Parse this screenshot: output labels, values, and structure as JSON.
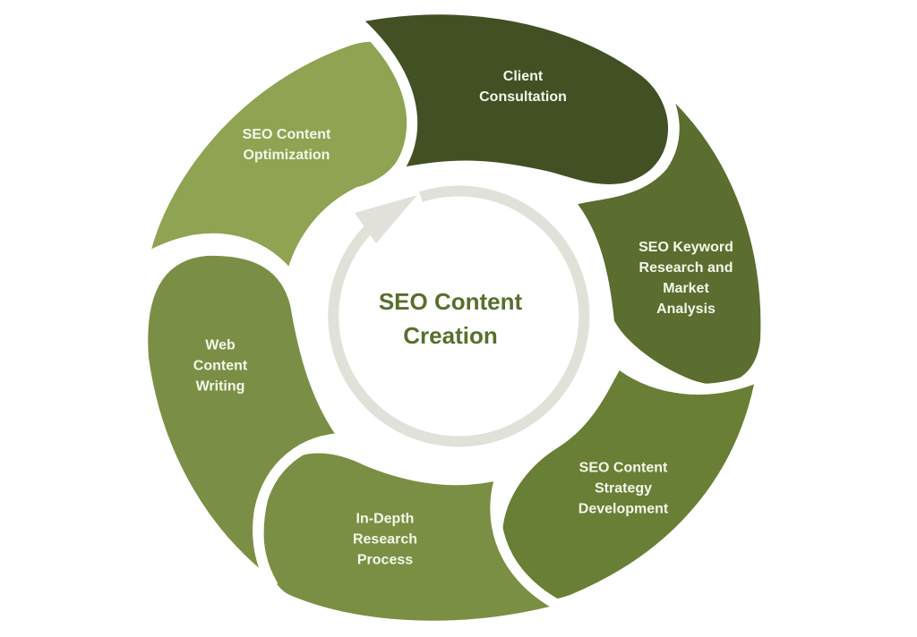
{
  "center": {
    "title": "SEO Content\nCreation",
    "color": "#5a6e2c"
  },
  "segments": [
    {
      "label": "Client\nConsultation",
      "color": "#435024"
    },
    {
      "label": "SEO Keyword\nResearch and\nMarket\nAnalysis",
      "color": "#5b6d2f"
    },
    {
      "label": "SEO Content\nStrategy\nDevelopment",
      "color": "#687f35"
    },
    {
      "label": "In-Depth\nResearch\nProcess",
      "color": "#7a8f43"
    },
    {
      "label": "Web\nContent\nWriting",
      "color": "#7a8f45"
    },
    {
      "label": "SEO Content\nOptimization",
      "color": "#8fa352"
    }
  ],
  "ring": {
    "color": "#e1e1da"
  }
}
